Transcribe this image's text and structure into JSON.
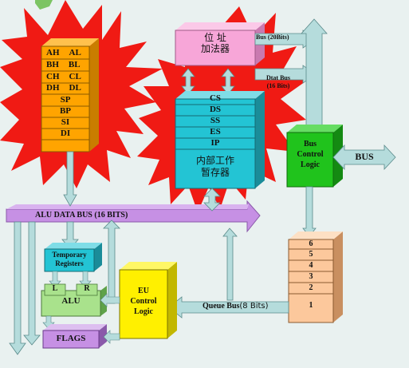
{
  "general_registers": {
    "pairs": [
      {
        "high": "AH",
        "low": "AL"
      },
      {
        "high": "BH",
        "low": "BL"
      },
      {
        "high": "CH",
        "low": "CL"
      },
      {
        "high": "DH",
        "low": "DL"
      }
    ],
    "pointers": [
      "SP",
      "BP",
      "SI",
      "DI"
    ]
  },
  "address_adder": {
    "line1": "位  址",
    "line2": "加法器"
  },
  "bus_labels": {
    "address_bus": "Bus (20Bits)",
    "data_bus_line1": "Dtat Bus",
    "data_bus_line2": "(16 Bits)"
  },
  "segment_registers": {
    "items": [
      "CS",
      "DS",
      "SS",
      "ES",
      "IP"
    ],
    "internal_line1": "内部工作",
    "internal_line2": "暂存器"
  },
  "bus_control": {
    "line1": "Bus",
    "line2": "Control",
    "line3": "Logic",
    "external_bus": "BUS"
  },
  "alu_data_bus": "ALU DATA BUS (16 BITS)",
  "temporary_registers": {
    "line1": "Temporary",
    "line2": "Registers"
  },
  "alu": {
    "left_input": "L",
    "right_input": "R",
    "label": "ALU"
  },
  "flags": "FLAGS",
  "eu_control": {
    "line1": "EU",
    "line2": "Control",
    "line3": "Logic"
  },
  "queue_bus": {
    "name": "Queue  Bus",
    "width": "(8 Bits)"
  },
  "instruction_queue": [
    "6",
    "5",
    "4",
    "3",
    "2",
    "1"
  ],
  "colors": {
    "background": "#e9f1f0",
    "starburst": "#f01a14",
    "registers": "#ffa400",
    "address_adder": "#f7a6d8",
    "segment_registers": "#23c4d4",
    "bus_control": "#20c31c",
    "alu_data_bus": "#c690e4",
    "queue": "#fcc89c",
    "eu_control": "#fff000",
    "flags": "#c690e4",
    "bus_arrows": "#b5dcdc"
  }
}
